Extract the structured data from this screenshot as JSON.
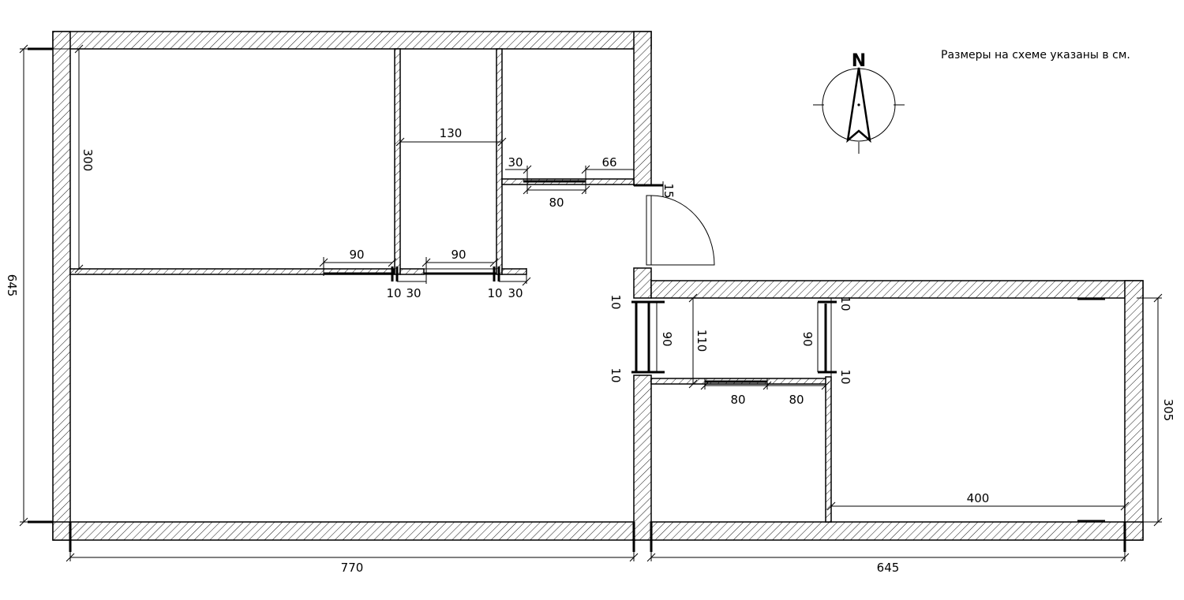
{
  "note": "Размеры на схеме указаны в см.",
  "compass_label": "N",
  "dimensions": {
    "left_height": "645",
    "bottom_left_width": "770",
    "bottom_right_width": "645",
    "right_height": "305",
    "room1_height": "300",
    "bath_width": "130",
    "wc_niche_a": "30",
    "wc_niche_b": "66",
    "wc_door": "80",
    "entry_offset": "15",
    "door1_width": "90",
    "door2_width": "90",
    "wall_a": "10",
    "offset_a": "30",
    "wall_b": "10",
    "offset_b": "30",
    "hall_wall_top": "10",
    "hall_door": "90",
    "hall_wall_bottom": "10",
    "hall_depth": "110",
    "right_wall_top": "10",
    "right_door": "90",
    "right_wall_bottom": "10",
    "door3_width": "80",
    "door4_width": "80",
    "room4_width": "400"
  }
}
